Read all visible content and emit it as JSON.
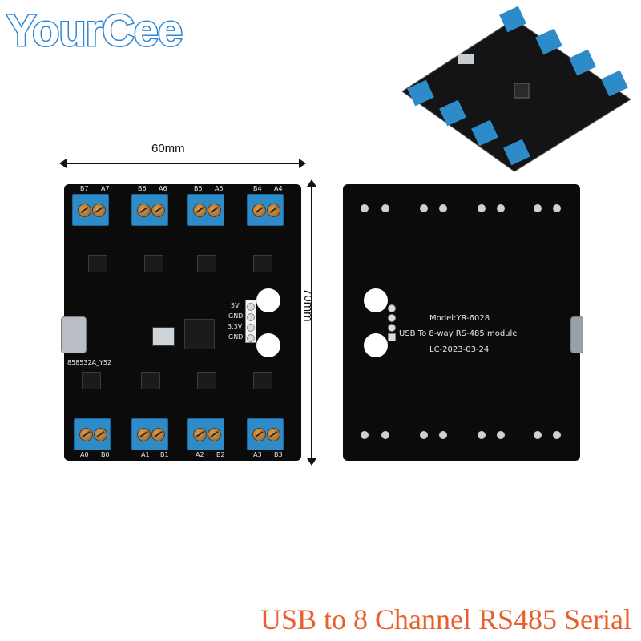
{
  "brand": {
    "logo_text": "YourCee"
  },
  "dimensions": {
    "width_label": "60mm",
    "height_label": "70mm"
  },
  "front": {
    "top_terminals": [
      {
        "left": "B7",
        "right": "A7"
      },
      {
        "left": "B6",
        "right": "A6"
      },
      {
        "left": "B5",
        "right": "A5"
      },
      {
        "left": "B4",
        "right": "A4"
      }
    ],
    "bottom_terminals": [
      {
        "left": "A0",
        "right": "B0"
      },
      {
        "left": "A1",
        "right": "B1"
      },
      {
        "left": "A2",
        "right": "B2"
      },
      {
        "left": "A3",
        "right": "B3"
      }
    ],
    "board_code": "858532A_Y52",
    "power_labels": [
      "5V",
      "GND",
      "3.3V",
      "GND"
    ]
  },
  "back": {
    "model": "Model:YR-6028",
    "description": "USB To 8-way RS-485 module",
    "date": "LC-2023-03-24"
  },
  "caption": "USB to 8 Channel RS485 Serial"
}
